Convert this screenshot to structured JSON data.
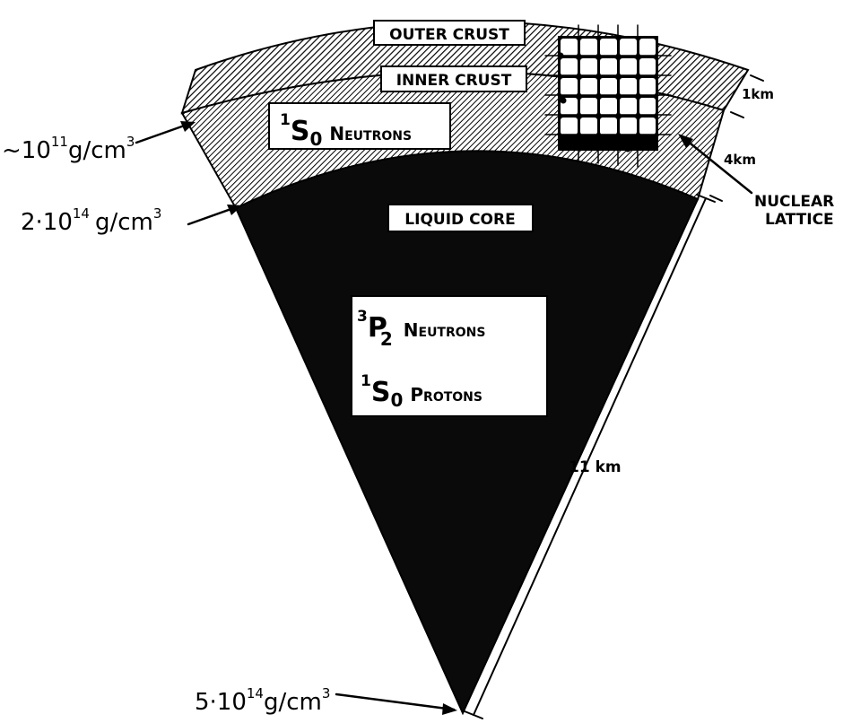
{
  "layers": {
    "outer_crust": "OUTER CRUST",
    "inner_crust": "INNER CRUST",
    "liquid_core": "LIQUID CORE"
  },
  "phases": {
    "crust_neutrons": {
      "sup": "1",
      "sym": "S",
      "sub": "0",
      "text": "Neutrons"
    },
    "core_neutrons": {
      "sup": "3",
      "sym": "P",
      "sub": "2",
      "text": "Neutrons"
    },
    "core_protons": {
      "sup": "1",
      "sym": "S",
      "sub": "0",
      "text": "Protons"
    }
  },
  "densities": {
    "crust_boundary": {
      "prefix": "~10",
      "exp": "11",
      "unit": "g/cm",
      "unit_exp": "3"
    },
    "core_boundary": {
      "prefix": "2·10",
      "exp": "14",
      "unit": "g/cm",
      "unit_exp": "3"
    },
    "center": {
      "prefix": "5·10",
      "exp": "14",
      "unit": "g/cm",
      "unit_exp": "3"
    }
  },
  "dimensions": {
    "outer_crust": "1km",
    "inner_crust": "4km",
    "core_radius": "11 km"
  },
  "lattice_label": [
    "NUCLEAR",
    "LATTICE"
  ],
  "colors": {
    "core": "#0a0a0a",
    "crust_hatch": "#000000",
    "background": "#ffffff"
  }
}
